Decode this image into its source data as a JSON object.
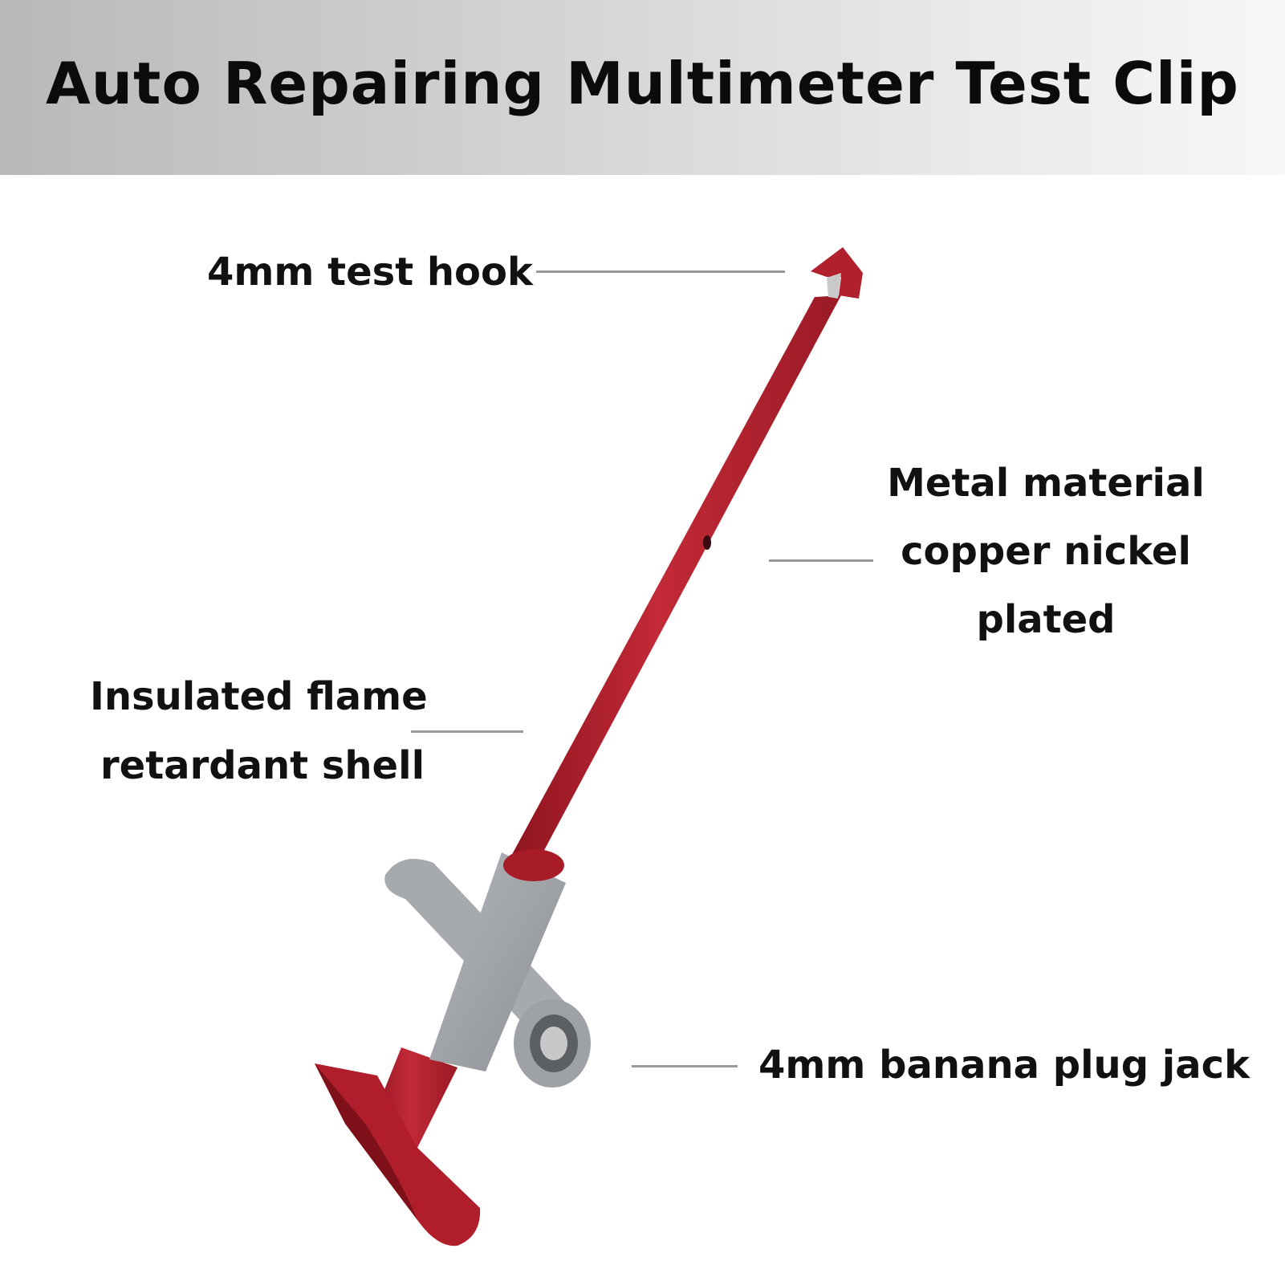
{
  "title": "Auto Repairing Multimeter Test Clip",
  "callouts": {
    "test_hook": "4mm test hook",
    "metal_line1": "Metal material",
    "metal_line2": "copper nickel",
    "metal_line3": "plated",
    "shell_line1": "Insulated flame",
    "shell_line2": "retardant shell",
    "banana": "4mm banana plug jack"
  },
  "colors": {
    "clip_red": "#b3202d",
    "insulator_gray": "#9ea1a6",
    "leader_line": "#9a9a9a"
  }
}
